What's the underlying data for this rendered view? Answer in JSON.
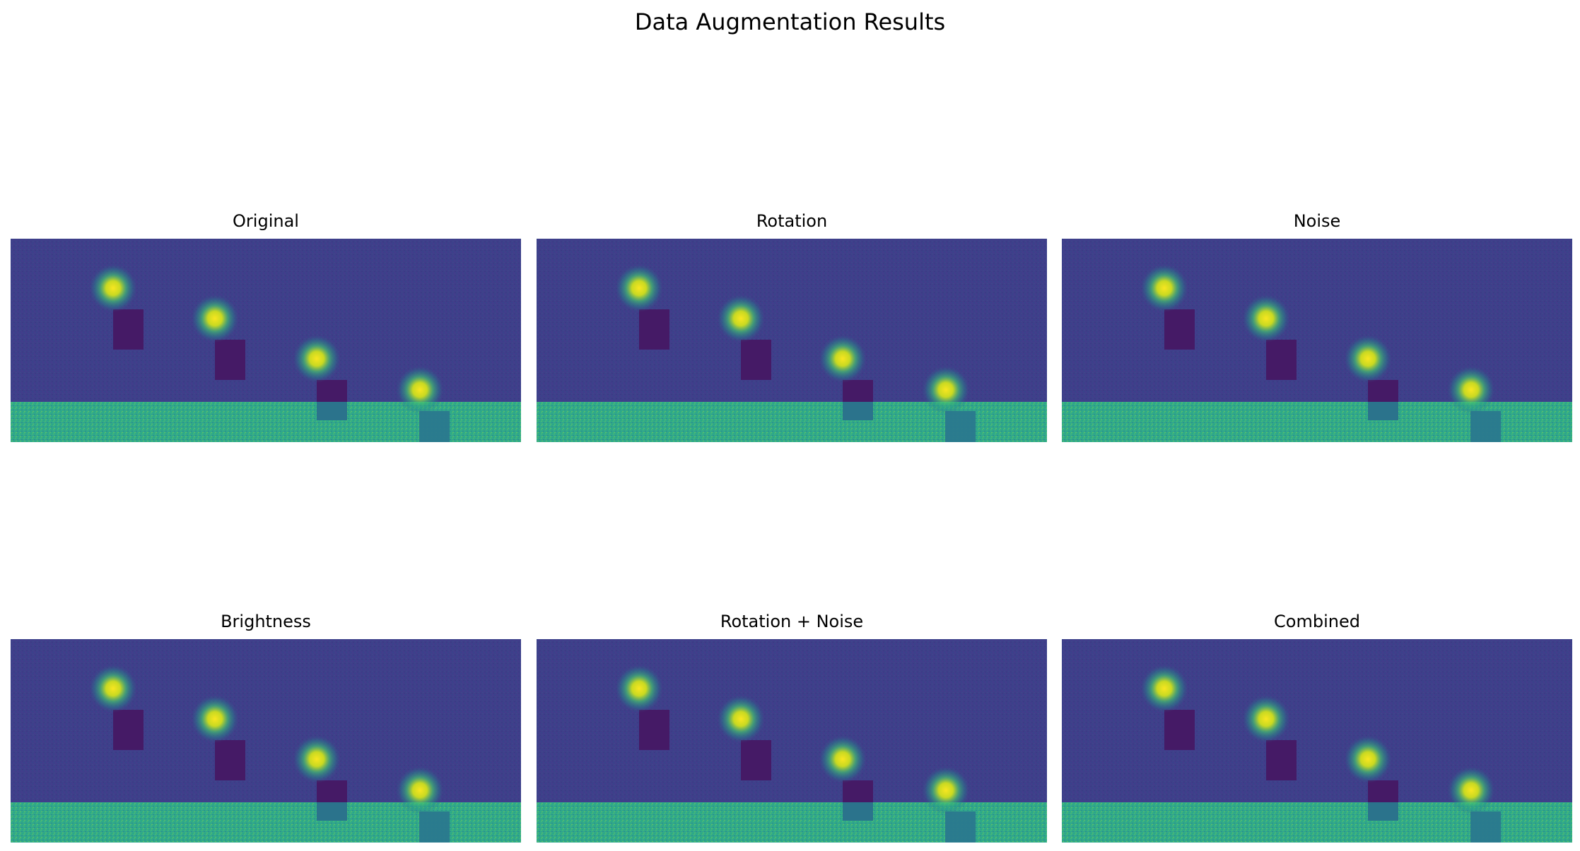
{
  "figure": {
    "title": "Data Augmentation Results"
  },
  "colors": {
    "background_dark": "#3f3f8a",
    "ground_green": "#31a98a",
    "block_purple": "#451a66",
    "spot_yellow": "#f8e621",
    "spot_green": "#43bf71"
  },
  "panels": [
    {
      "title": "Original"
    },
    {
      "title": "Rotation"
    },
    {
      "title": "Noise"
    },
    {
      "title": "Brightness"
    },
    {
      "title": "Rotation + Noise"
    },
    {
      "title": "Combined"
    }
  ]
}
